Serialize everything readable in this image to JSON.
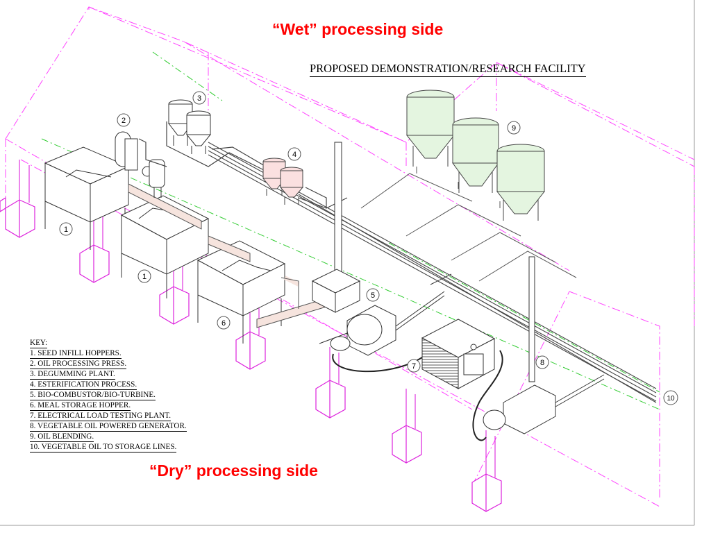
{
  "annotations": {
    "wet_side": "“Wet” processing side",
    "dry_side": "“Dry” processing side"
  },
  "title": "PROPOSED DEMONSTRATION/RESEARCH FACILITY",
  "key": {
    "heading": "KEY:",
    "items": [
      "1. SEED INFILL HOPPERS.",
      "2. OIL PROCESSING PRESS.",
      "3. DEGUMMING PLANT.",
      "4. ESTERIFICATION PROCESS.",
      "5. BIO-COMBUSTOR/BIO-TURBINE.",
      "6. MEAL STORAGE HOPPER.",
      "7. ELECTRICAL LOAD TESTING PLANT.",
      "8. VEGETABLE OIL POWERED GENERATOR.",
      "9. OIL BLENDING.",
      "10. VEGETABLE OIL TO STORAGE LINES."
    ]
  },
  "callouts": {
    "c1a": "1",
    "c1b": "1",
    "c2": "2",
    "c3": "3",
    "c4": "4",
    "c5": "5",
    "c6": "6",
    "c7": "7",
    "c8": "8",
    "c9": "9",
    "c10": "10"
  },
  "colors": {
    "structure_outline": "#ff44ff",
    "foundation_outline": "#dd22dd",
    "ground_line": "#33cc33",
    "blend_tank_fill": "#e4f5e0",
    "ester_tank_fill": "#fbe0e0",
    "pipe_fill": "#f6e4de",
    "heading_red": "#ff0000"
  }
}
